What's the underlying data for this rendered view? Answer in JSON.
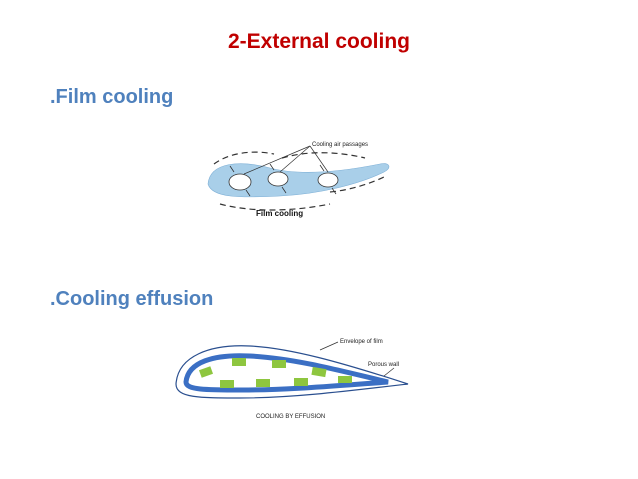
{
  "slide": {
    "title": "2-External cooling",
    "bullets": [
      {
        "label": ".Film cooling"
      },
      {
        "label": ".Cooling effusion"
      }
    ]
  },
  "figures": {
    "film_cooling": {
      "annotation": "Cooling air passages",
      "caption": "Film cooling"
    },
    "effusion": {
      "annotation_top": "Envelope of film",
      "annotation_side": "Porous wall",
      "caption": "COOLING BY EFFUSION"
    }
  },
  "colors": {
    "title": "#c00000",
    "bullet": "#4f81bd",
    "blade_fill": "#a9cfe9",
    "outline_blue": "#3b6fc4",
    "porous_green": "#8ec63f"
  }
}
